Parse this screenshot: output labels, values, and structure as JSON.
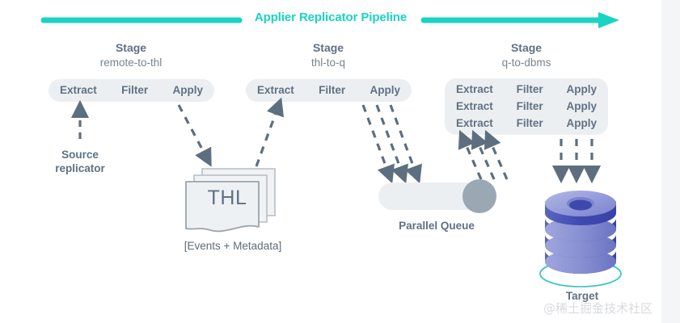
{
  "banner": {
    "title": "Applier Replicator Pipeline",
    "accent_color": "#18d4c2"
  },
  "stages": [
    {
      "id": "remote-to-thl",
      "heading": "Stage",
      "name": "remote-to-thl",
      "rows": [
        [
          "Extract",
          "Filter",
          "Apply"
        ]
      ]
    },
    {
      "id": "thl-to-q",
      "heading": "Stage",
      "name": "thl-to-q",
      "rows": [
        [
          "Extract",
          "Filter",
          "Apply"
        ]
      ]
    },
    {
      "id": "q-to-dbms",
      "heading": "Stage",
      "name": "q-to-dbms",
      "rows": [
        [
          "Extract",
          "Filter",
          "Apply"
        ],
        [
          "Extract",
          "Filter",
          "Apply"
        ],
        [
          "Extract",
          "Filter",
          "Apply"
        ]
      ]
    }
  ],
  "nodes": {
    "source": {
      "label_line1": "Source",
      "label_line2": "replicator"
    },
    "thl": {
      "label": "THL",
      "caption": "[Events + Metadata]"
    },
    "parallel_queue": {
      "label": "Parallel Queue"
    },
    "target": {
      "label": "Target"
    }
  },
  "watermark": {
    "text": "@稀土掘金技术社区"
  },
  "colors": {
    "teal": "#18d4c2",
    "pill_bg": "#eceff1",
    "text_slate": "#5f7184",
    "text_gray": "#78858f",
    "arrow": "#5d6f7e",
    "queue_circle": "#9aa8b4",
    "db_light": "#a9aede",
    "db_dark": "#4a56b5",
    "strip": "#f4f5f7"
  }
}
